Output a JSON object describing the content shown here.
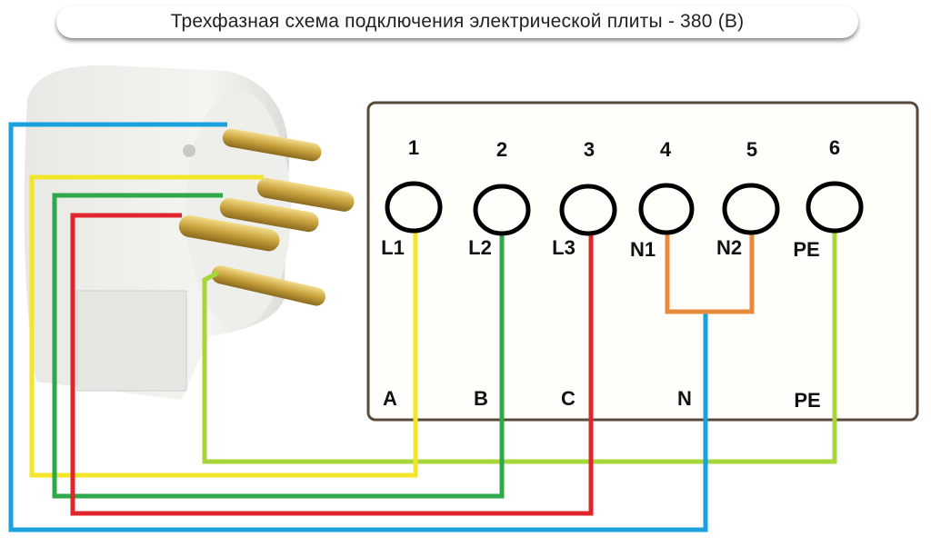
{
  "title": "Трехфазная схема подключения электрической плиты - 380 (В)",
  "terminals": [
    {
      "number": "1",
      "label": "L1",
      "phase": "A",
      "wire_color": "#f3e62a"
    },
    {
      "number": "2",
      "label": "L2",
      "phase": "B",
      "wire_color": "#2ea84a"
    },
    {
      "number": "3",
      "label": "L3",
      "phase": "C",
      "wire_color": "#e0262c"
    },
    {
      "number": "4",
      "label": "N1",
      "phase": "N",
      "wire_color": "#e88a3c"
    },
    {
      "number": "5",
      "label": "N2",
      "phase": "",
      "wire_color": "#e88a3c"
    },
    {
      "number": "6",
      "label": "PE",
      "phase": "PE",
      "wire_color": "#a6d63a"
    }
  ],
  "neutral_wire_color": "#1aa0dc",
  "box_border_color": "#5a4a3a"
}
